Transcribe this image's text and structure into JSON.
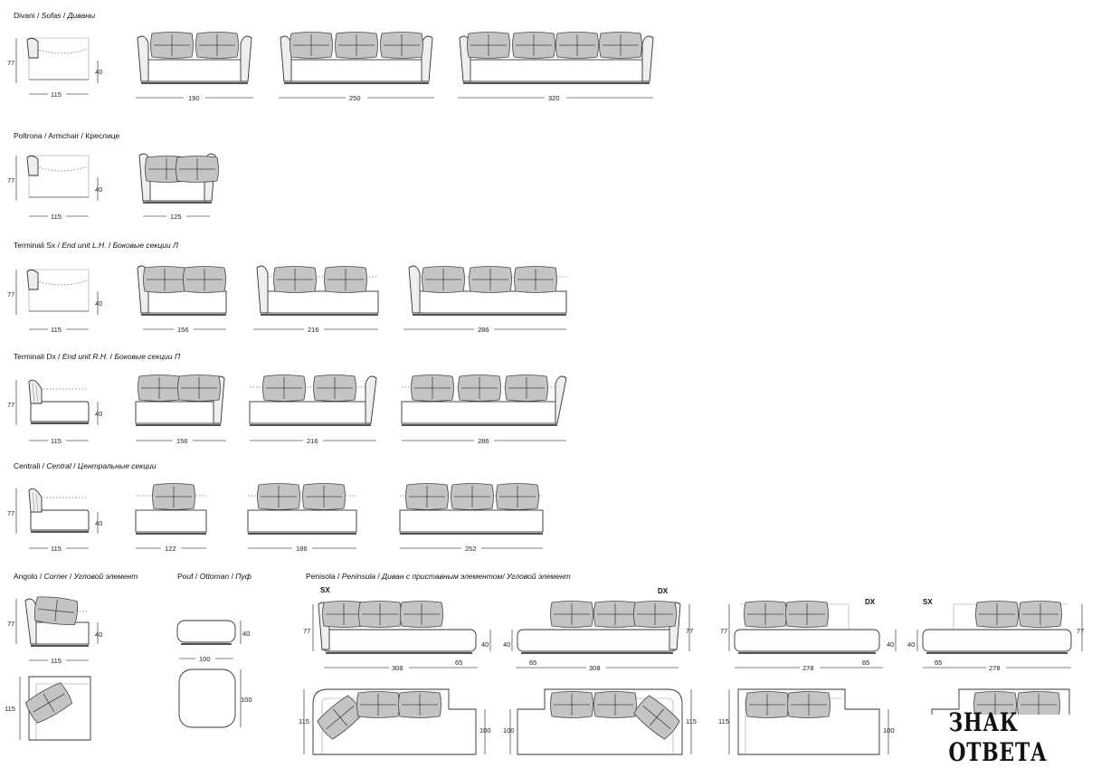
{
  "sections": {
    "sofas": {
      "label_it": "Divani",
      "label_en": "Sofas",
      "label_ru": "Диваны"
    },
    "armchair": {
      "label_it": "Poltrona",
      "label_en": "Armchair",
      "label_ru": "Креслице"
    },
    "end_lh": {
      "label_it": "Terminali Sx",
      "label_en": "End unit L.H.",
      "label_ru": "Боковые секции Л"
    },
    "end_rh": {
      "label_it": "Terminali Dx",
      "label_en": "End unit R.H.",
      "label_ru": "Боковые секции П"
    },
    "central": {
      "label_it": "Centrali",
      "label_en": "Central",
      "label_ru": "Центральные секции"
    },
    "corner": {
      "label_it": "Angolo",
      "label_en": "Corner",
      "label_ru": "Угловой элемент"
    },
    "ottoman": {
      "label_it": "Pouf",
      "label_en": "Ottoman",
      "label_ru": "Пуф"
    },
    "peninsula": {
      "label_it": "Penisola",
      "label_en": "Peninsula",
      "label_ru": "Диван с приставным элементом/ Угловой элемент"
    }
  },
  "dimensions": {
    "height": "77",
    "seat": "40",
    "depth": "115",
    "sofas": [
      "190",
      "250",
      "320"
    ],
    "armchair": "125",
    "end_lh": [
      "156",
      "216",
      "286"
    ],
    "end_rh": [
      "156",
      "216",
      "286"
    ],
    "central": [
      "122",
      "186",
      "252"
    ],
    "ottoman_w": "100",
    "ottoman_d": "100",
    "peninsula_long": "308",
    "peninsula_short": "278",
    "peninsula_ext": "65",
    "peninsula_depth": "100"
  },
  "tags": {
    "sx": "SX",
    "dx": "DX"
  },
  "watermark": "ЗНАК ОТВЕТА"
}
